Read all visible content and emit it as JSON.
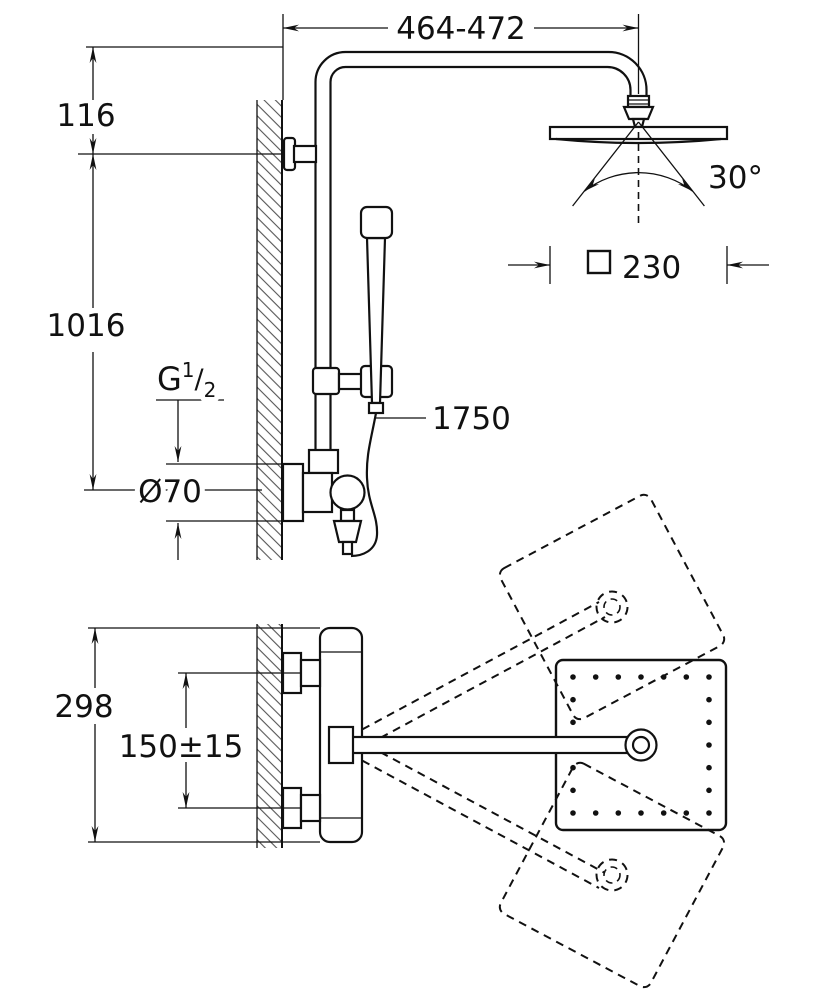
{
  "dims": {
    "top_width": "464-472",
    "offset_116": "116",
    "riser_1016": "1016",
    "thread_prefix": "G",
    "thread_num": "1",
    "thread_slash": "/",
    "thread_den": "2",
    "escutcheon_70": "Ø70",
    "hose_1750": "1750",
    "angle_30": "30°",
    "head_230": "230",
    "body_298": "298",
    "inlets_150": "150±15"
  }
}
